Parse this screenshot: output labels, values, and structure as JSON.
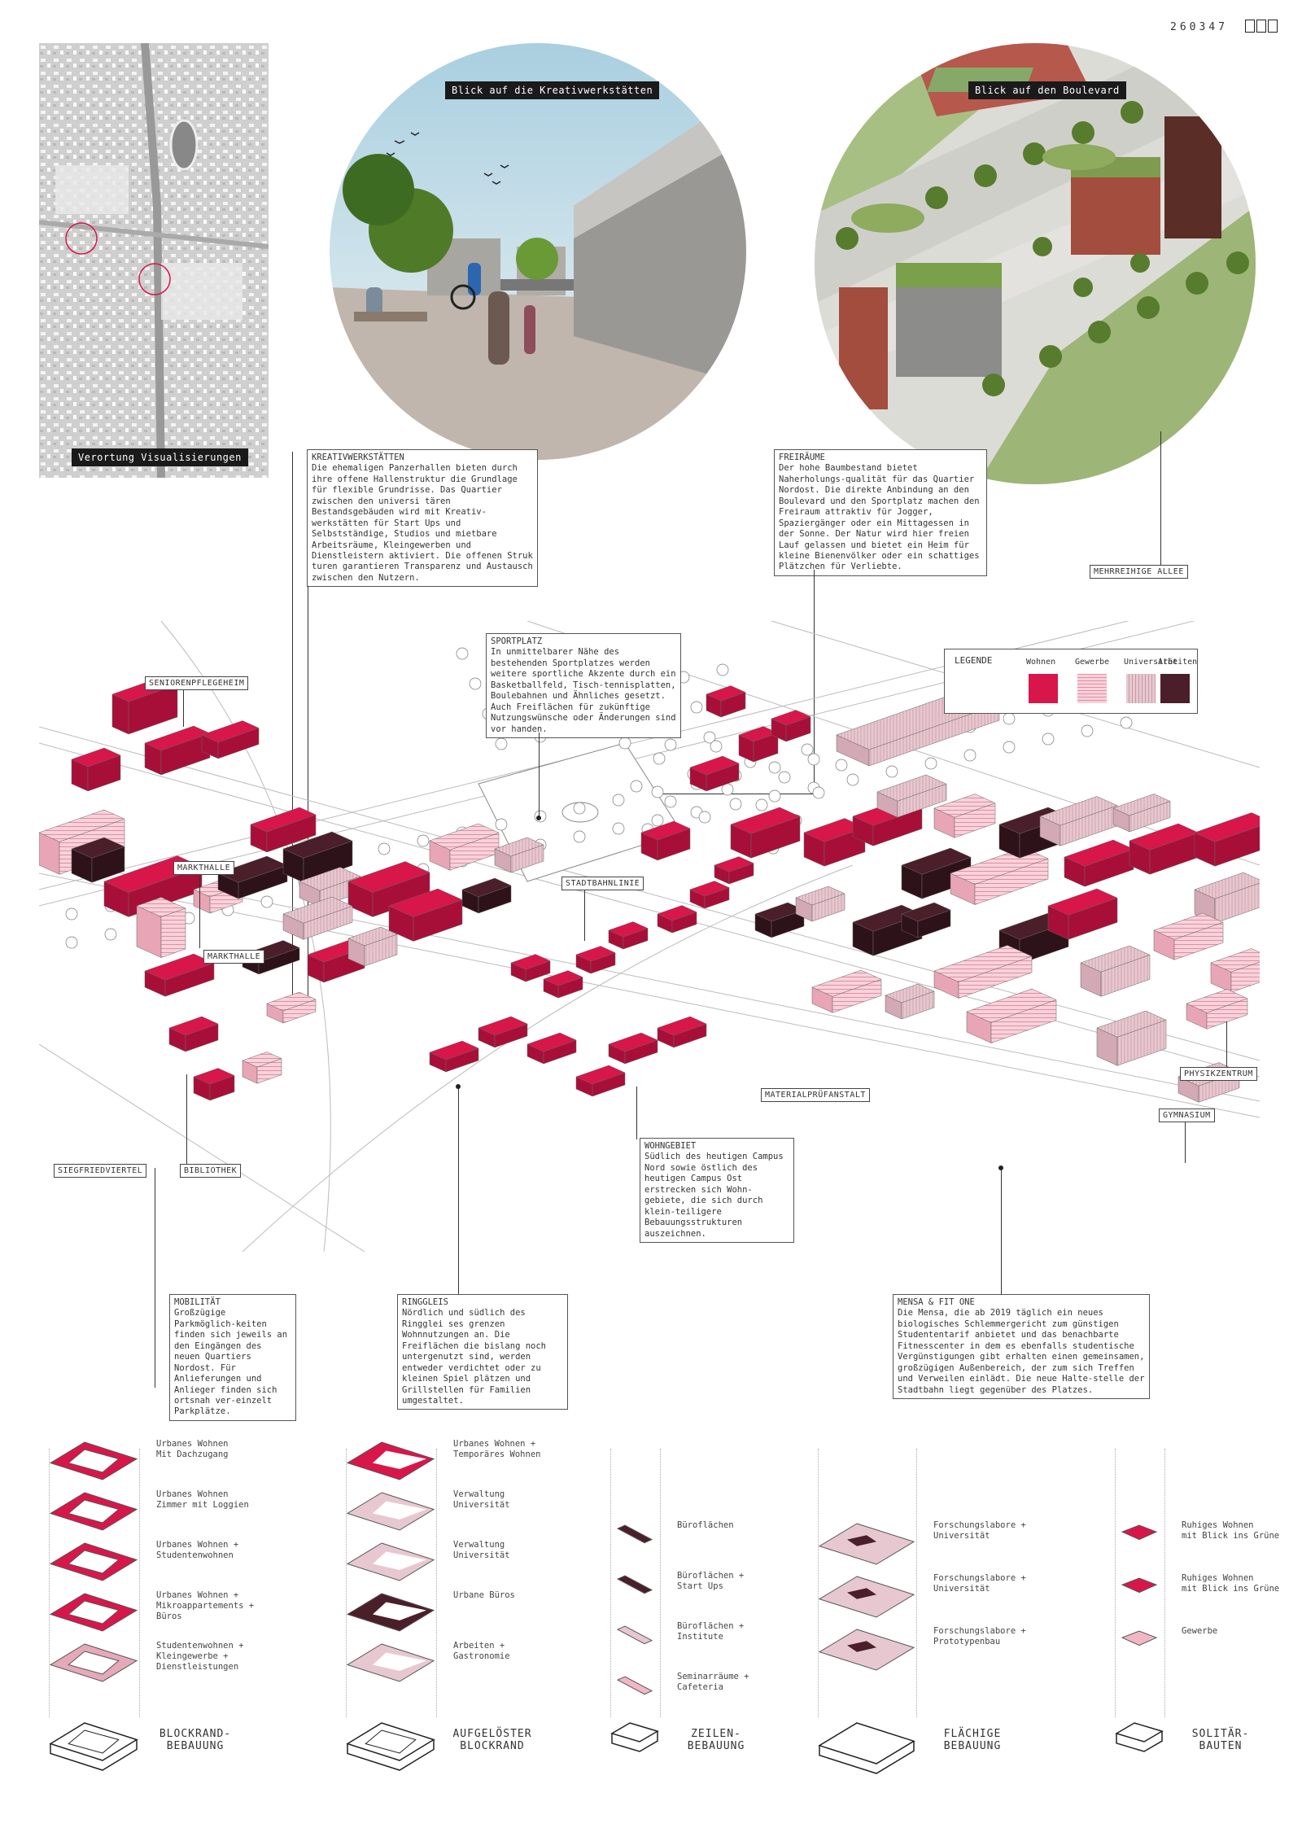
{
  "header": {
    "id_code": "260347"
  },
  "location_map": {
    "label": "Verortung Visualisierungen"
  },
  "view1": {
    "label": "Blick auf die Kreativwerkstätten"
  },
  "view2": {
    "label": "Blick auf den Boulevard"
  },
  "kreativ": {
    "title": "KREATIVWERKSTÄTTEN",
    "text": "Die ehemaligen Panzerhallen bieten durch ihre offene Hallenstruktur die Grundlage für flexible Grundrisse. Das Quartier zwischen den universi tären Bestandsgebäuden wird mit Kreativ-werkstätten für Start Ups und Selbstständige, Studios und mietbare Arbeitsräume, Kleingewerben und Dienstleistern aktiviert. Die offenen Struk turen garantieren Transparenz und Austausch zwischen den Nutzern."
  },
  "freiraeume": {
    "title": "FREIRÄUME",
    "text": "Der hohe Baumbestand bietet Naherholungs-qualität für das Quartier Nordost. Die direkte Anbindung an den Boulevard und den Sportplatz machen den Freiraum attraktiv für Jogger, Spaziergänger oder ein Mittagessen in der Sonne. Der Natur wird hier freien Lauf gelassen und bietet ein Heim für kleine Bienenvölker oder ein schattiges Plätzchen für Verliebte."
  },
  "allee": {
    "label": "MEHRREIHIGE ALLEE"
  },
  "sportplatz": {
    "title": "SPORTPLATZ",
    "text": "In unmittelbarer Nähe des bestehenden Sportplatzes werden weitere sportliche Akzente durch ein Basketballfeld, Tisch-tennisplatten, Boulebahnen und Ähnliches gesetzt. Auch Freiflächen für zukünftige Nutzungswünsche oder Änderungen sind vor handen."
  },
  "legend": {
    "title": "LEGENDE",
    "items": [
      {
        "label": "Wohnen",
        "color": "#d8164a",
        "pattern": "solid"
      },
      {
        "label": "Gewerbe",
        "color": "#f2b6c4",
        "pattern": "lines"
      },
      {
        "label": "Universität",
        "color": "#e3c1c9",
        "pattern": "vlines"
      },
      {
        "label": "Arbeiten",
        "color": "#4a1f29",
        "pattern": "solid"
      }
    ]
  },
  "map_labels": {
    "seniorenpflegeheim": "SENIORENPFLEGEHEIM",
    "markthalle1": "MARKTHALLE",
    "markthalle2": "MARKTHALLE",
    "stadtbahnlinie": "STADTBAHNLINIE",
    "materialpruefanstalt": "MATERIALPRÜFANSTALT",
    "physikzentrum": "PHYSIKZENTRUM",
    "gymnasium": "GYMNASIUM",
    "siegfriedviertel": "SIEGFRIEDVIERTEL",
    "bibliothek": "BIBLIOTHEK"
  },
  "wohngebiet": {
    "title": "WOHNGEBIET",
    "text": "Südlich des heutigen Campus Nord sowie östlich des heutigen Campus Ost erstrecken sich Wohn-gebiete, die sich durch klein-teiligere Bebauungsstrukturen auszeichnen."
  },
  "mobilitaet": {
    "title": "MOBILITÄT",
    "text": "Großzügige Parkmöglich-keiten finden sich jeweils an den Eingängen des neuen Quartiers Nordost. Für Anlieferungen und Anlieger finden sich ortsnah ver-einzelt Parkplätze."
  },
  "ringgleis": {
    "title": "RINGGLEIS",
    "text": "Nördlich und südlich des Ringglei ses grenzen Wohnnutzungen an. Die Freiflächen die bislang noch untergenutzt sind, werden entweder verdichtet oder zu kleinen Spiel plätzen und Grillstellen für Familien umgestaltet."
  },
  "mensa": {
    "title": "MENSA & FIT ONE",
    "text": "Die Mensa, die ab 2019 täglich ein neues biologisches Schlemmergericht zum günstigen Studententarif anbietet und das benachbarte Fitnesscenter in dem es ebenfalls studentische Vergünstigungen gibt erhalten einen gemeinsamen, großzügigen Außenbereich, der zum sich Treffen und Verweilen einlädt. Die neue Halte-stelle der Stadtbahn liegt gegenüber des Platzes."
  },
  "typologies": [
    {
      "footer": "BLOCKRAND-\nBEBAUUNG",
      "layers": [
        "Urbanes Wohnen\nMit Dachzugang",
        "Urbanes Wohnen\nZimmer mit Loggien",
        "Urbanes Wohnen +\nStudentenwohnen",
        "Urbanes Wohnen +\nMikroappartements +\nBüros",
        "Studentenwohnen +\nKleingewerbe +\nDienstleistungen"
      ]
    },
    {
      "footer": "AUFGELÖSTER\nBLOCKRAND",
      "layers": [
        "Urbanes Wohnen +\nTemporäres Wohnen",
        "Verwaltung\nUniversität",
        "Verwaltung\nUniversität",
        "Urbane Büros",
        "Arbeiten +\nGastronomie"
      ]
    },
    {
      "footer": "ZEILEN-\nBEBAUUNG",
      "layers": [
        "Büroflächen",
        "Büroflächen +\nStart Ups",
        "Büroflächen +\nInstitute",
        "Seminarräume +\nCafeteria"
      ]
    },
    {
      "footer": "FLÄCHIGE\nBEBAUUNG",
      "layers": [
        "Forschungslabore +\nUniversität",
        "Forschungslabore +\nUniversität",
        "Forschungslabore +\nPrototypenbau"
      ]
    },
    {
      "footer": "SOLITÄR-\nBAUTEN",
      "layers": [
        "Ruhiges Wohnen\nmit Blick ins Grüne",
        "Ruhiges Wohnen\nmit Blick ins Grüne",
        "Gewerbe"
      ]
    }
  ]
}
